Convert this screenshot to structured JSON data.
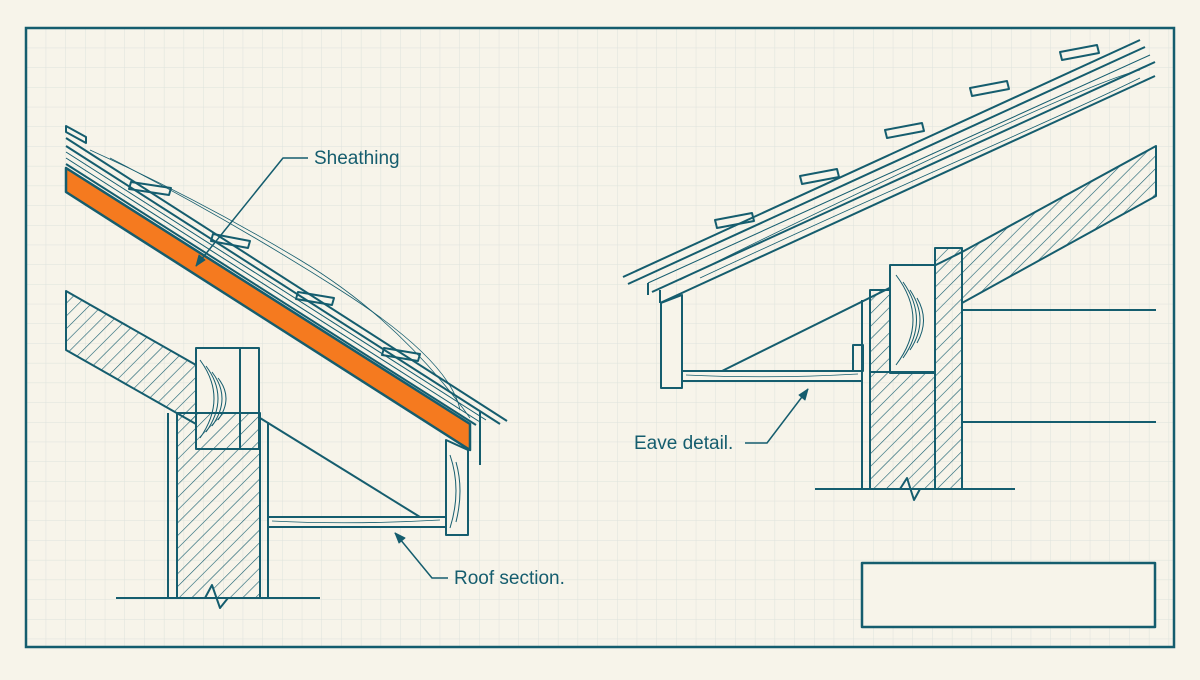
{
  "colors": {
    "ink": "#155d6e",
    "paper": "#f7f4ea",
    "grid": "#d9dfd8",
    "sheathing_fill": "#f57a1f"
  },
  "callouts": {
    "sheathing": "Sheathing",
    "roof_section": "Roof section.",
    "eave_detail": "Eave detail."
  },
  "title_block": {
    "text": ""
  }
}
